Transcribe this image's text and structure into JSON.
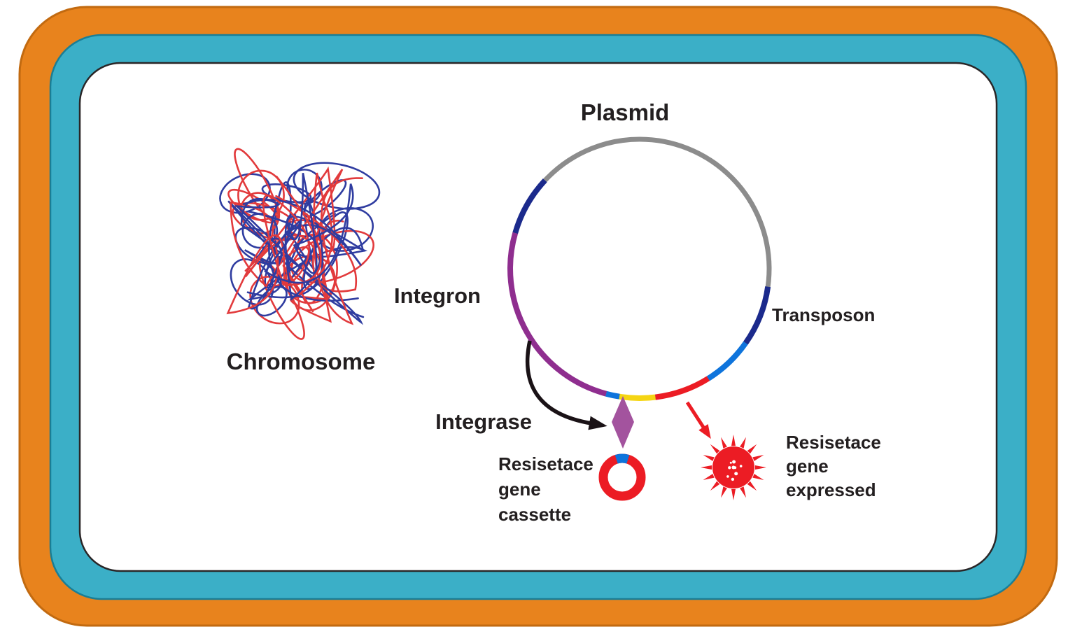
{
  "title": "Plasmid integron and resistance gene cassette diagram",
  "labels": {
    "plasmid": "Plasmid",
    "chromosome": "Chromosome",
    "integron": "Integron",
    "transposon": "Transposon",
    "integrase": "Integrase"
  },
  "cassette_lines": [
    "Resisetace",
    "gene",
    "cassette"
  ],
  "expressed_lines": [
    "Resisetace",
    "gene",
    "expressed"
  ],
  "colors": {
    "frame_orange": "#E8831D",
    "frame_orange_edge": "#C26A10",
    "frame_teal": "#3BAFC7",
    "frame_teal_edge": "#1A7E95",
    "cell_white": "#FFFFFF",
    "cell_edge": "#2A2627",
    "plasmid_gray": "#8C8C8C",
    "dark_blue": "#1B2A8C",
    "bright_blue": "#0E74DC",
    "gene_red": "#EC1C24",
    "yellow": "#F5D513",
    "integron_purple": "#8F2E8F",
    "diamond_purple": "#A3539E",
    "chromosome_red": "#E23A3C",
    "chromosome_blue": "#2F3CA0",
    "arrow_black": "#1A1216",
    "text": "#231F20"
  },
  "plasmid_segments": [
    {
      "name": "integron-dark-blue",
      "color": "dark_blue",
      "start_deg": 196,
      "end_deg": 223
    },
    {
      "name": "integron-purple",
      "color": "integron_purple",
      "start_deg": 105,
      "end_deg": 196
    },
    {
      "name": "atti-blue-tick",
      "color": "bright_blue",
      "start_deg": 99,
      "end_deg": 105
    },
    {
      "name": "yellow-segment",
      "color": "yellow",
      "start_deg": 83,
      "end_deg": 99
    },
    {
      "name": "resistance-gene-red",
      "color": "gene_red",
      "start_deg": 58,
      "end_deg": 83
    },
    {
      "name": "transposon-bright-blue",
      "color": "bright_blue",
      "start_deg": 35,
      "end_deg": 58
    },
    {
      "name": "transposon-dark-blue",
      "color": "dark_blue",
      "start_deg": 8,
      "end_deg": 35
    }
  ]
}
